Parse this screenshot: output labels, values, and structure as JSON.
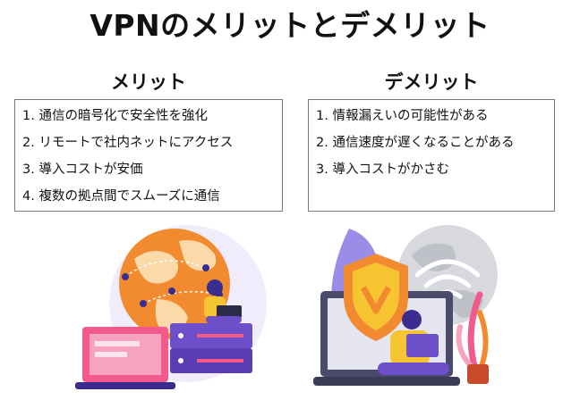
{
  "page": {
    "title": "VPNのメリットとデメリット"
  },
  "merits": {
    "heading": "メリット",
    "items": [
      "1. 通信の暗号化で安全性を強化",
      "2. リモートで社内ネットにアクセス",
      "3. 導入コストが安価",
      "4. 複数の拠点間でスムーズに通信"
    ]
  },
  "demerits": {
    "heading": "デメリット",
    "items": [
      "1. 情報漏えいの可能性がある",
      "2. 通信速度が遅くなることがある",
      "3. 導入コストがかさむ"
    ]
  },
  "illustrations": {
    "left_icons": [
      "globe-icon",
      "server-icon",
      "laptop-icon",
      "person-icon"
    ],
    "right_icons": [
      "shield-icon",
      "wifi-icon",
      "globe-icon",
      "monitor-icon",
      "person-icon",
      "plant-icon"
    ]
  },
  "colors": {
    "orange": "#f28b30",
    "purple": "#6d4fc9",
    "pink": "#f15a8a",
    "yellow": "#f7c531"
  }
}
